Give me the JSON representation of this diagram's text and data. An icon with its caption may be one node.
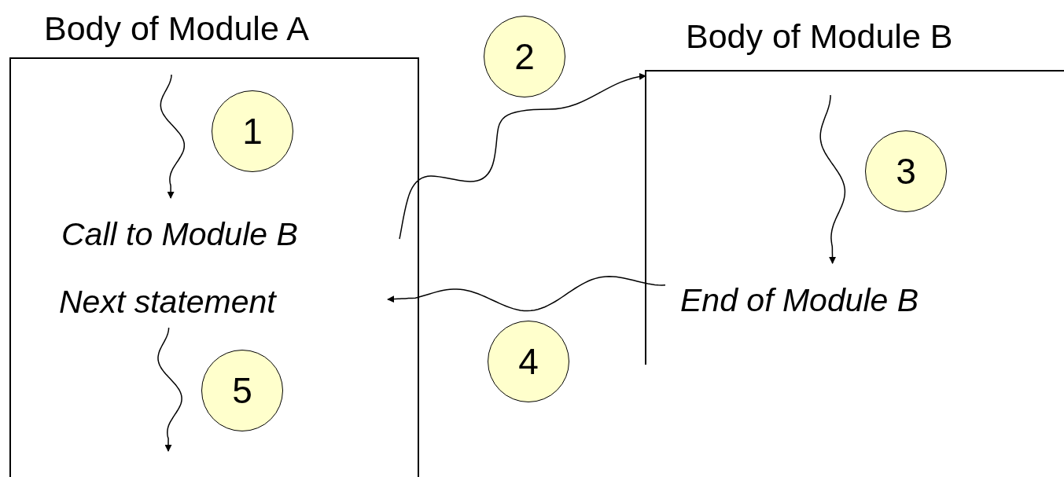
{
  "diagram": {
    "nodes": [
      {
        "text": [
          "Body of Module A"
        ]
      },
      {
        "text": [
          "1"
        ],
        "in": 0
      },
      {
        "text": [
          "Call to Module B"
        ],
        "in": 0
      },
      {
        "text": [
          "Next statement"
        ],
        "in": 0
      },
      {
        "text": [
          "5"
        ],
        "in": 0
      },
      {
        "text": [
          "2"
        ]
      },
      {
        "text": [
          "Body of Module B"
        ]
      },
      {
        "text": [
          "3"
        ],
        "in": 6
      },
      {
        "text": [
          "End of Module B"
        ],
        "in": 6
      },
      {
        "text": [
          "4"
        ]
      }
    ],
    "edges": [
      {
        "from": null,
        "to": 2,
        "arrow": "to"
      },
      {
        "from": null,
        "to": 6,
        "arrow": "to"
      },
      {
        "from": null,
        "to": 8,
        "arrow": "to"
      },
      {
        "from": 8,
        "to": null,
        "arrow": "to"
      },
      {
        "from": 3,
        "to": null,
        "arrow": "to"
      }
    ]
  }
}
